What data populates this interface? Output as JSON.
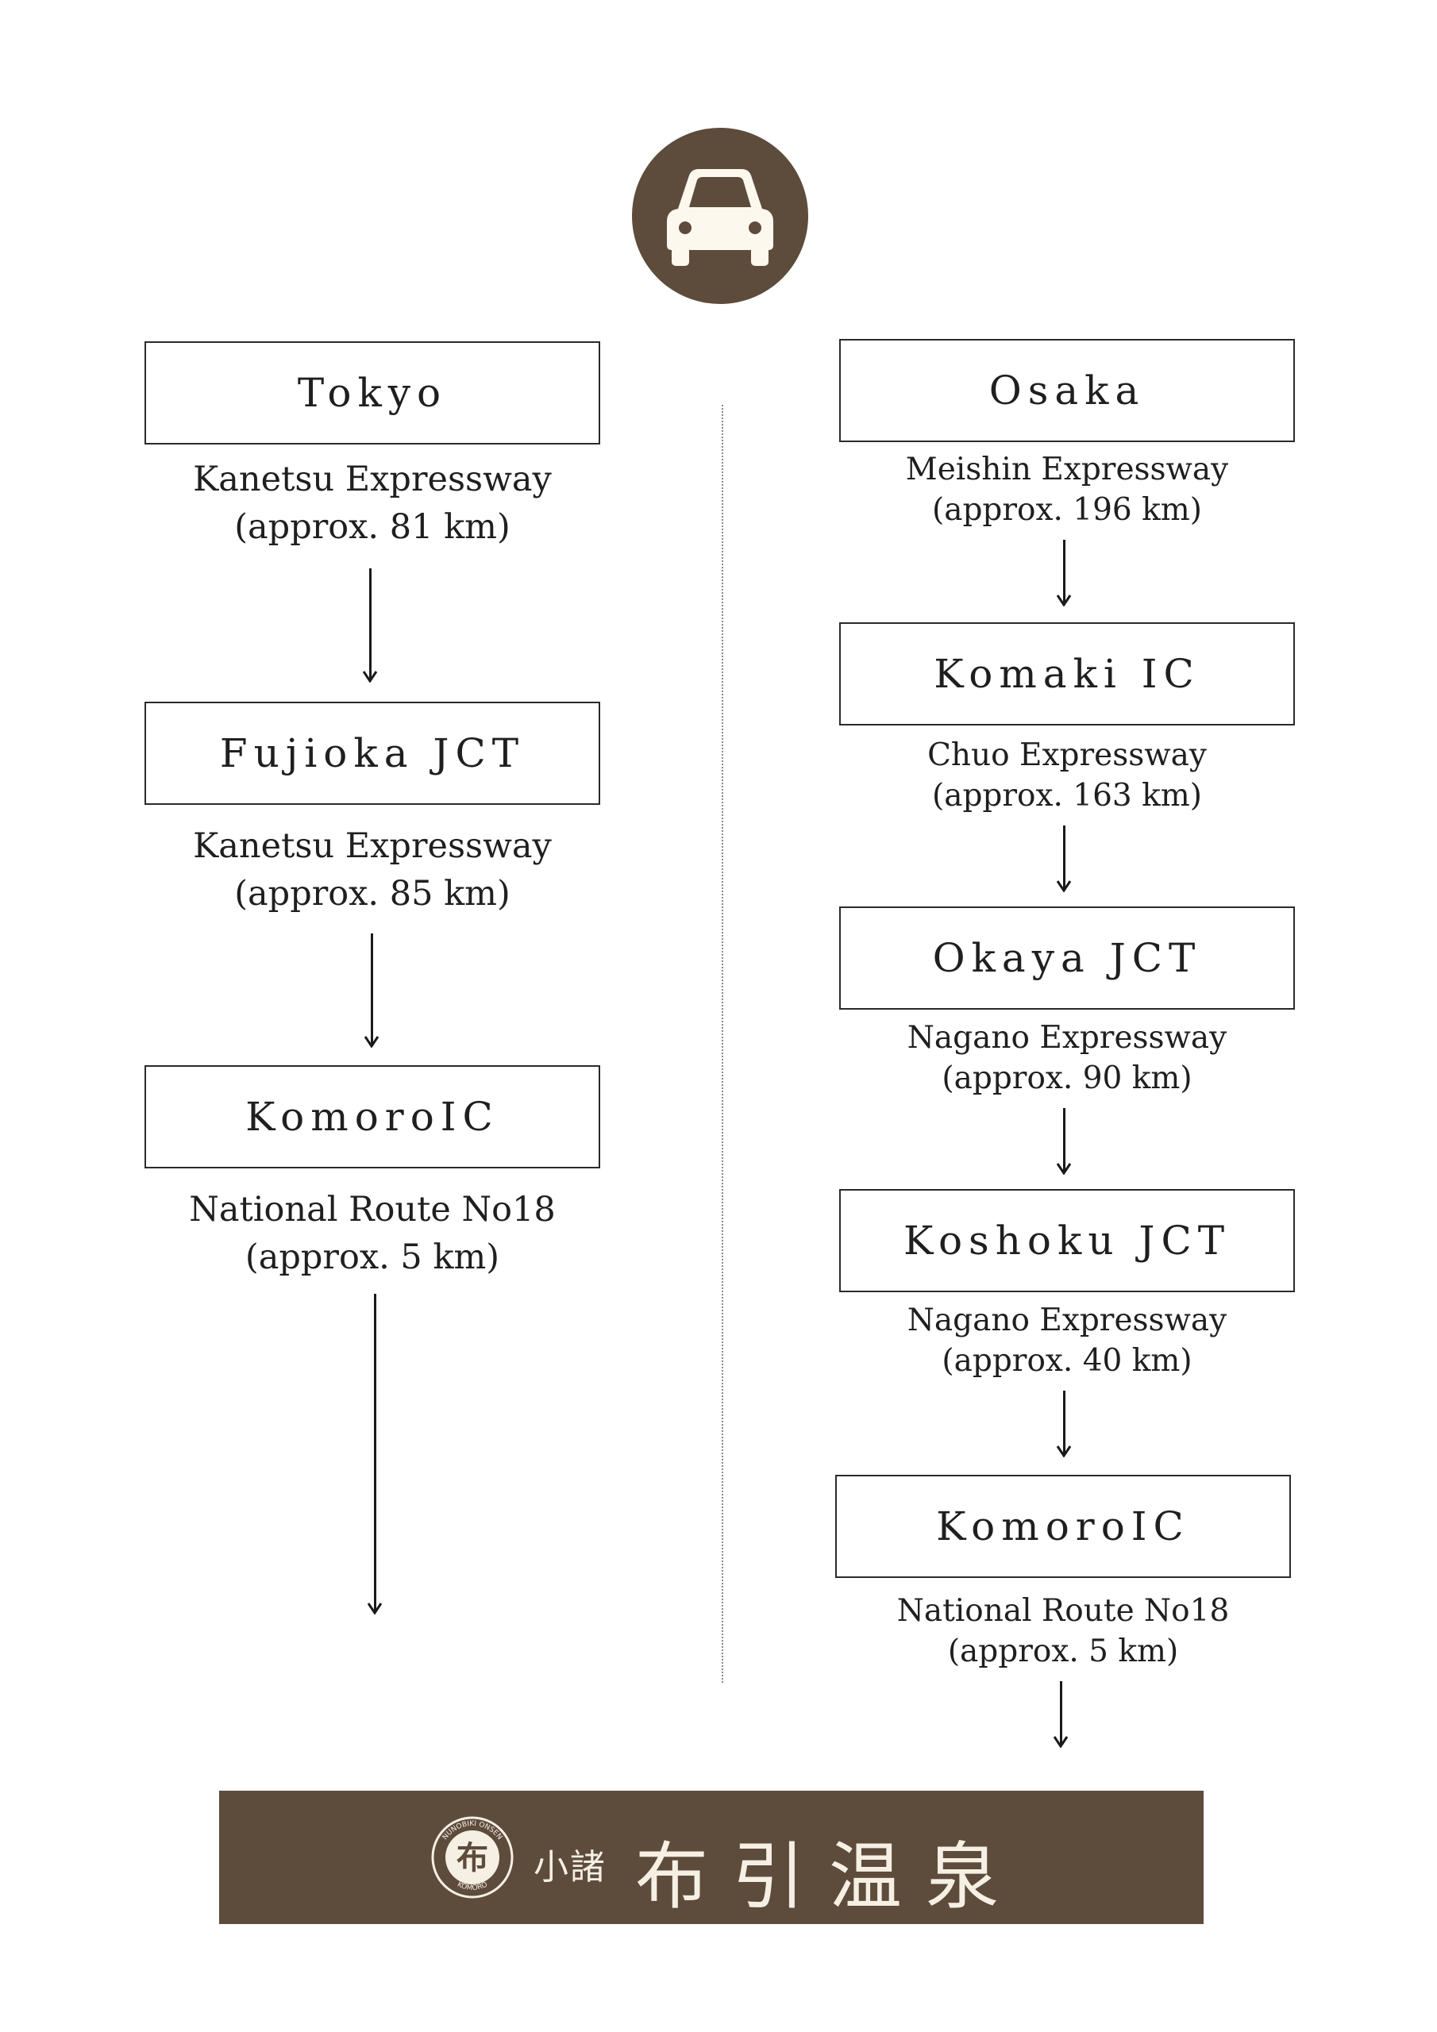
{
  "header": {
    "icon": "car-icon",
    "icon_color": "#fdf8ee",
    "circle_color": "#5d4b3c"
  },
  "left_route": {
    "nodes": [
      "Tokyo",
      "Fujioka JCT",
      "KomoroIC"
    ],
    "segments": [
      {
        "road": "Kanetsu Expressway",
        "distance": "(approx. 81 km)"
      },
      {
        "road": "Kanetsu Expressway",
        "distance": "(approx. 85 km)"
      },
      {
        "road": "National Route No18",
        "distance": "(approx. 5 km)"
      }
    ]
  },
  "right_route": {
    "nodes": [
      "Osaka",
      "Komaki IC",
      "Okaya JCT",
      "Koshoku JCT",
      "KomoroIC"
    ],
    "segments": [
      {
        "road": "Meishin Expressway",
        "distance": "(approx. 196 km)"
      },
      {
        "road": "Chuo Expressway",
        "distance": "(approx. 163 km)"
      },
      {
        "road": "Nagano Expressway",
        "distance": "(approx. 90 km)"
      },
      {
        "road": "Nagano Expressway",
        "distance": "(approx. 40 km)"
      },
      {
        "road": "National Route No18",
        "distance": "(approx. 5 km)"
      }
    ]
  },
  "destination": {
    "prefix": "小諸",
    "name": "布引温泉",
    "emblem_char": "布",
    "emblem_ring_top": "NUNOBIKI ONSEN",
    "emblem_ring_bottom": "KOMORO",
    "background": "#5d4b3c",
    "text_color": "#f5efe4"
  }
}
